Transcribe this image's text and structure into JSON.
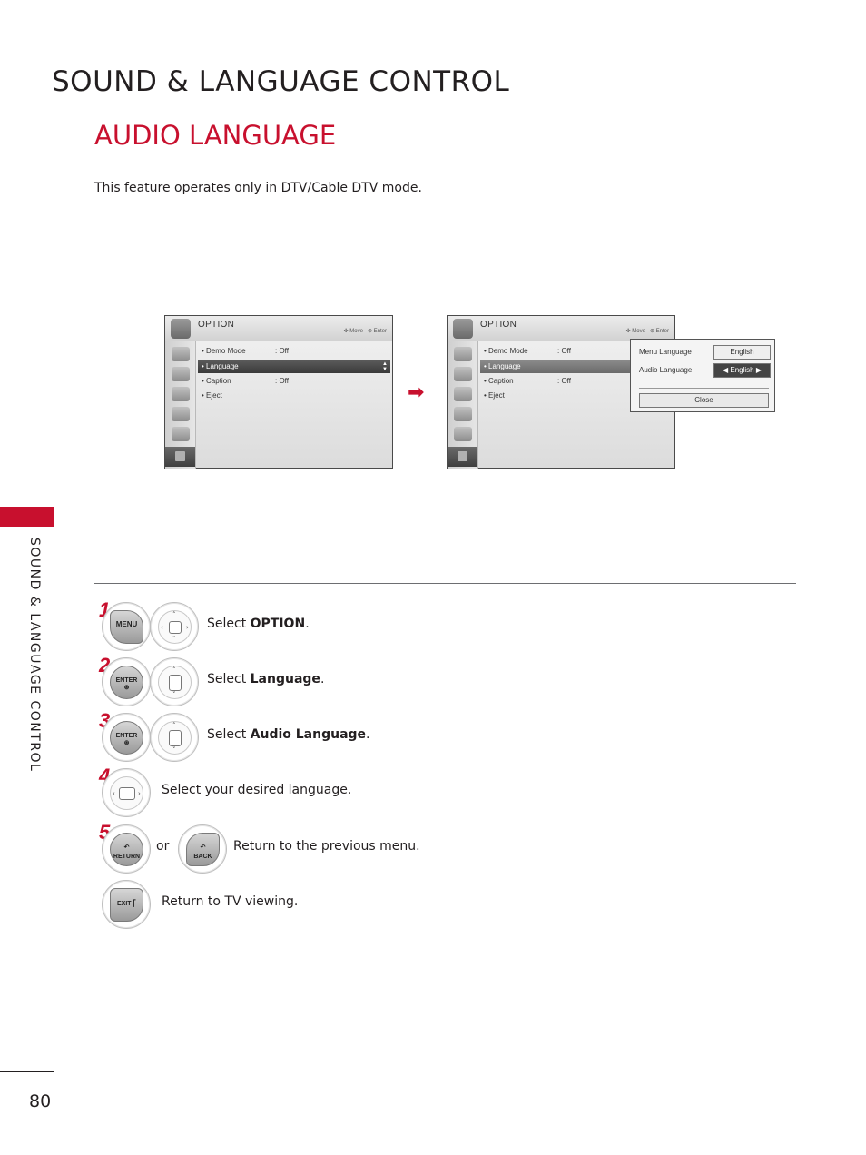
{
  "header": {
    "section": "SOUND & LANGUAGE CONTROL",
    "title": "AUDIO LANGUAGE"
  },
  "intro": "This feature operates only in DTV/Cable DTV mode.",
  "side_label": "SOUND & LANGUAGE CONTROL",
  "page_number": "80",
  "menu": {
    "title": "OPTION",
    "hint_move": "Move",
    "hint_enter": "Enter",
    "items": [
      {
        "label": "Demo Mode",
        "value": ": Off"
      },
      {
        "label": "Language",
        "value": ""
      },
      {
        "label": "Caption",
        "value": ": Off"
      },
      {
        "label": "Eject",
        "value": ""
      }
    ]
  },
  "popup": {
    "menu_language_label": "Menu Language",
    "menu_language_value": "English",
    "audio_language_label": "Audio Language",
    "audio_language_value": "English",
    "close": "Close"
  },
  "icons": {
    "next_arrow": "right-arrow-icon",
    "left_right": "◂ ▸",
    "up_down": "▴ ▾"
  },
  "steps": [
    {
      "number": "1",
      "buttons": [
        "MENU",
        "dpad-four-way"
      ],
      "text_prefix": "Select ",
      "text_bold": "OPTION",
      "text_suffix": "."
    },
    {
      "number": "2",
      "buttons": [
        "ENTER",
        "dpad-up-down"
      ],
      "text_prefix": "Select ",
      "text_bold": "Language",
      "text_suffix": "."
    },
    {
      "number": "3",
      "buttons": [
        "ENTER",
        "dpad-up-down"
      ],
      "text_prefix": "Select ",
      "text_bold": "Audio Language",
      "text_suffix": "."
    },
    {
      "number": "4",
      "buttons": [
        "dpad-left-right"
      ],
      "text": "Select your desired language."
    },
    {
      "number": "5",
      "buttons": [
        "RETURN",
        "BACK"
      ],
      "or": "or",
      "text": "Return to the previous menu."
    },
    {
      "number": "",
      "buttons": [
        "EXIT"
      ],
      "text": "Return to TV viewing."
    }
  ],
  "button_labels": {
    "menu": "MENU",
    "enter": "ENTER",
    "enter_symbol": "⊛",
    "return": "RETURN",
    "back": "BACK",
    "exit": "EXIT"
  }
}
